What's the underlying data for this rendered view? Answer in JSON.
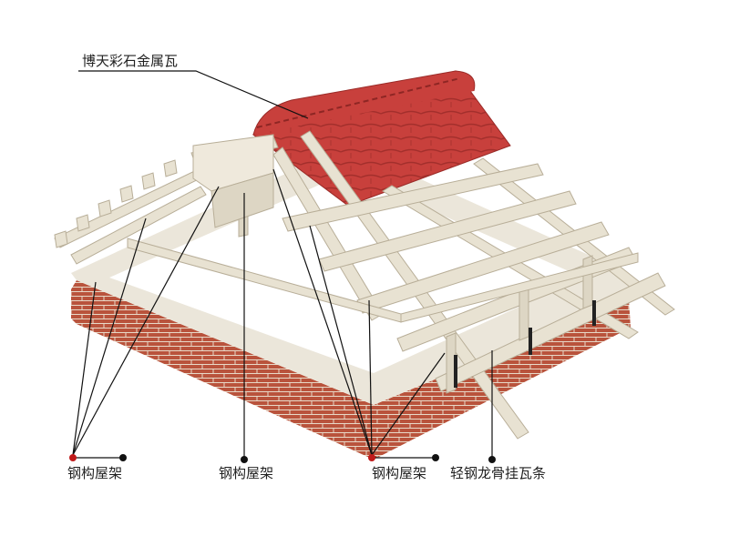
{
  "labels": {
    "roof_tile": "博天彩石金属瓦",
    "steel_truss_left": "钢构屋架",
    "steel_truss_center": "钢构屋架",
    "steel_truss_right": "钢构屋架",
    "batten": "轻钢龙骨挂瓦条"
  },
  "colors": {
    "tile": "#c8403c",
    "tile_dark": "#a32f2c",
    "brick": "#b9533c",
    "brick_mortar": "#e8d9c8",
    "steel": "#e8e2d2",
    "steel_shade": "#c9c1ad",
    "leader_line": "#111111",
    "marker_red": "#c01a1a"
  }
}
